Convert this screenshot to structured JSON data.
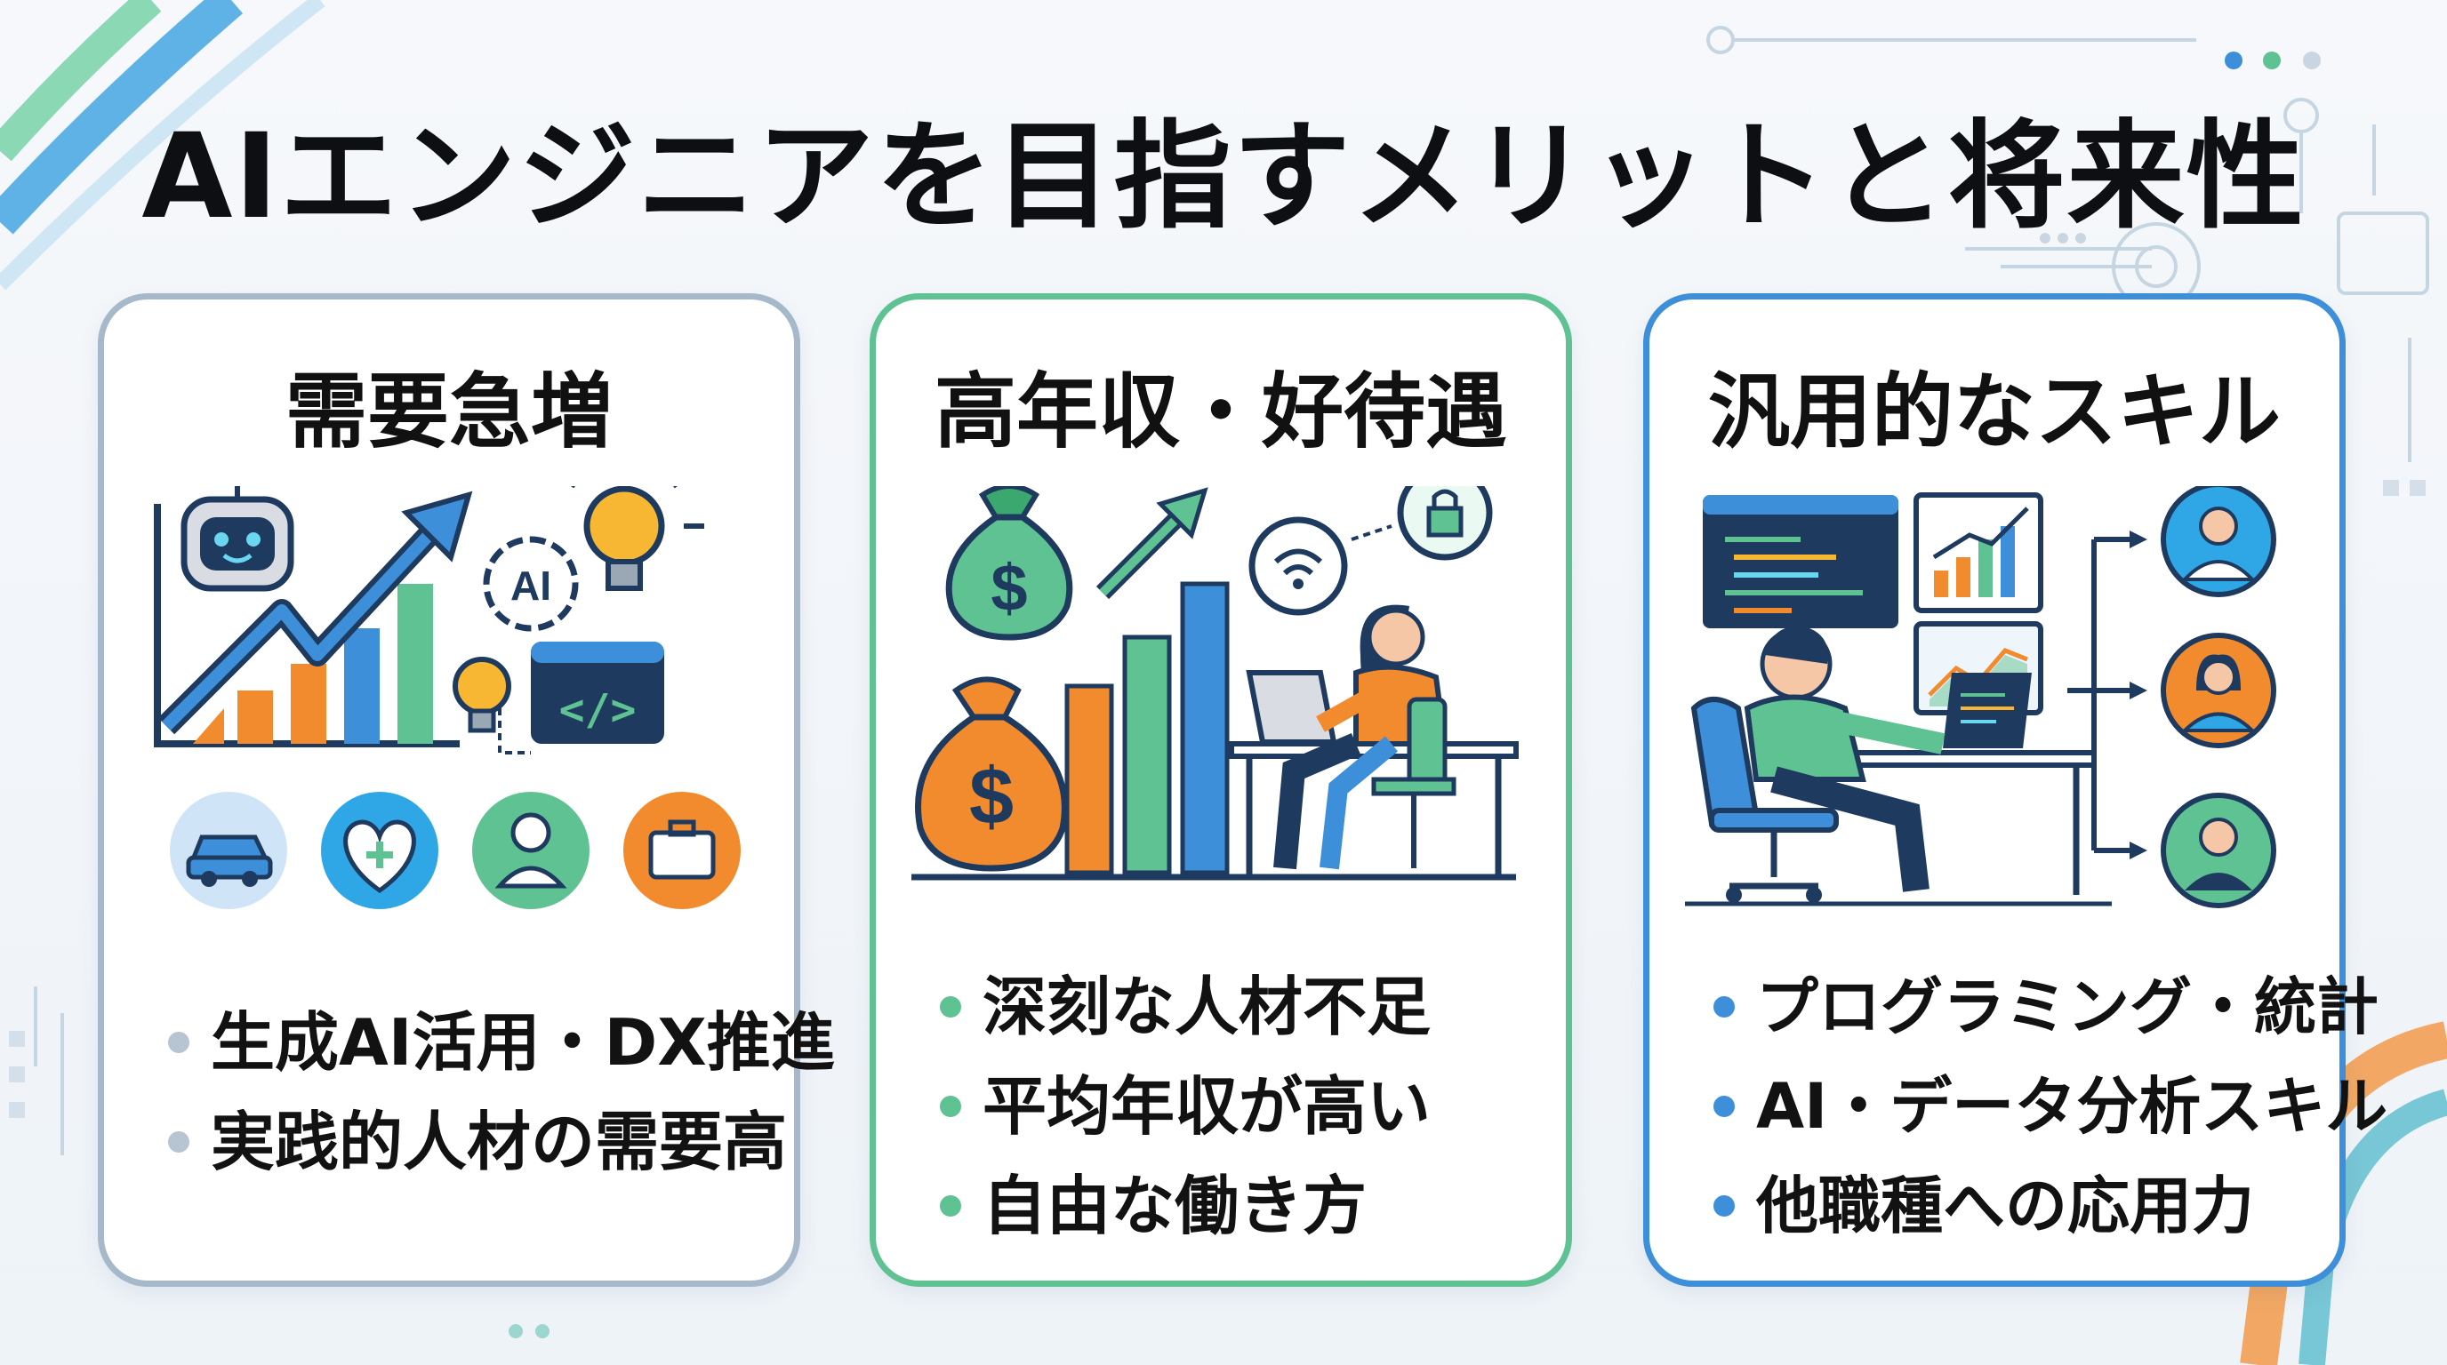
{
  "title": "AIエンジニアを目指すメリットと将来性",
  "colors": {
    "gray": "#a6b9cb",
    "green": "#5fc292",
    "blue": "#3c8fd8",
    "orange": "#f28a2e",
    "navy": "#1e3a5f"
  },
  "cards": [
    {
      "title": "需要急増",
      "icon": "rising-chart-robot-ai-icon",
      "bullets": [
        "生成AI活用・DX推進",
        "実践的人材の需要高"
      ]
    },
    {
      "title": "高年収・好待遇",
      "icon": "money-bags-growth-remote-work-icon",
      "bullets": [
        "深刻な人材不足",
        "平均年収が高い",
        "自由な働き方"
      ]
    },
    {
      "title": "汎用的なスキル",
      "icon": "programmer-career-paths-icon",
      "bullets": [
        "プログラミング・統計",
        "AI・データ分析スキル",
        "他職種への応用力"
      ]
    }
  ],
  "icon_labels": {
    "ai_gear": "AI",
    "code": "</>",
    "dollar": "$"
  }
}
